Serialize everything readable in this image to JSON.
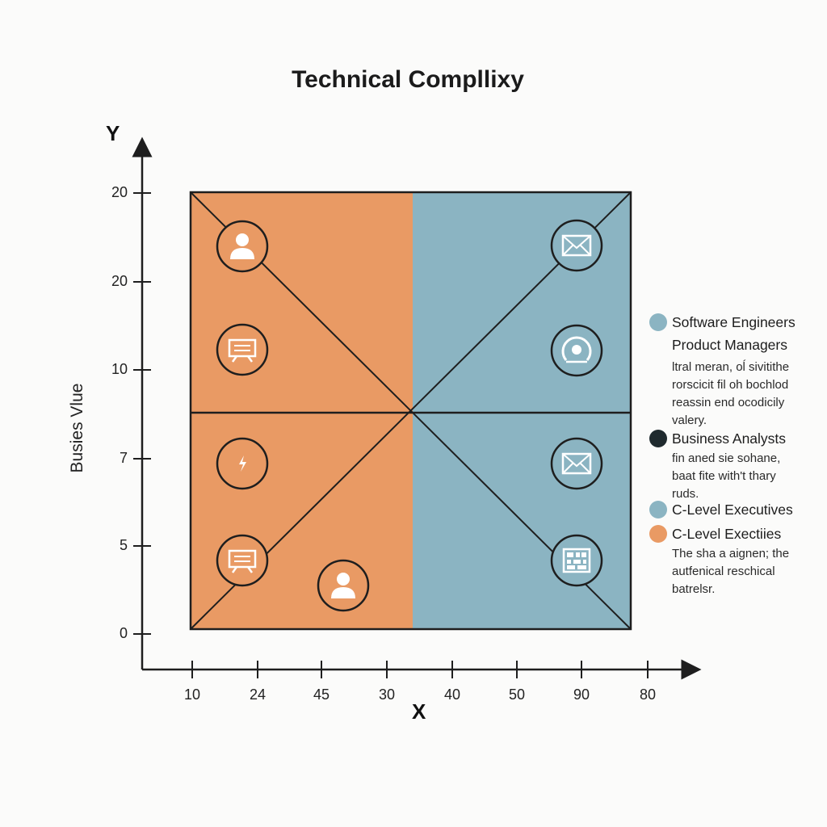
{
  "title": "Technical Compllixy",
  "axes": {
    "y_letter": "Y",
    "x_letter": "X",
    "y_label": "Busies Vlue",
    "y_ticks": [
      "20",
      "20",
      "10",
      "7",
      "5",
      "0"
    ],
    "x_ticks": [
      "10",
      "24",
      "45",
      "30",
      "40",
      "50",
      "90",
      "80"
    ]
  },
  "colors": {
    "orange": "#e99a64",
    "blue": "#8bb4c2",
    "dark": "#1f2a2e",
    "stroke": "#1e1e1e"
  },
  "icons": [
    {
      "name": "person-icon",
      "quadrant": "left"
    },
    {
      "name": "monitor-icon",
      "quadrant": "left"
    },
    {
      "name": "lightning-icon",
      "quadrant": "left"
    },
    {
      "name": "monitor-icon",
      "quadrant": "left"
    },
    {
      "name": "person-icon",
      "quadrant": "left"
    },
    {
      "name": "envelope-icon",
      "quadrant": "right"
    },
    {
      "name": "gauge-icon",
      "quadrant": "right"
    },
    {
      "name": "envelope-icon",
      "quadrant": "right"
    },
    {
      "name": "grid-icon",
      "quadrant": "right"
    }
  ],
  "legend": {
    "item1": {
      "label": "Software Engineers",
      "color": "#8bb4c2"
    },
    "item2": {
      "label": "Product Managers"
    },
    "note1": [
      "ltral meran, oĺ sivitithe",
      "rorscicit fil oh bochlod",
      "reassin end ocodicily",
      "valery."
    ],
    "item3": {
      "label": "Business Analysts",
      "color": "#1f2a2e"
    },
    "note2": [
      "fin aned sie sohane,",
      "baat fite with't thary",
      "ruds."
    ],
    "item4": {
      "label": "C-Level Executives",
      "color": "#8bb4c2"
    },
    "item5": {
      "label": "C-Level Exectiies",
      "color": "#e99a64"
    },
    "note3": [
      "The sha a aignen; the",
      "autfenical reschical",
      "batrelsr."
    ]
  }
}
